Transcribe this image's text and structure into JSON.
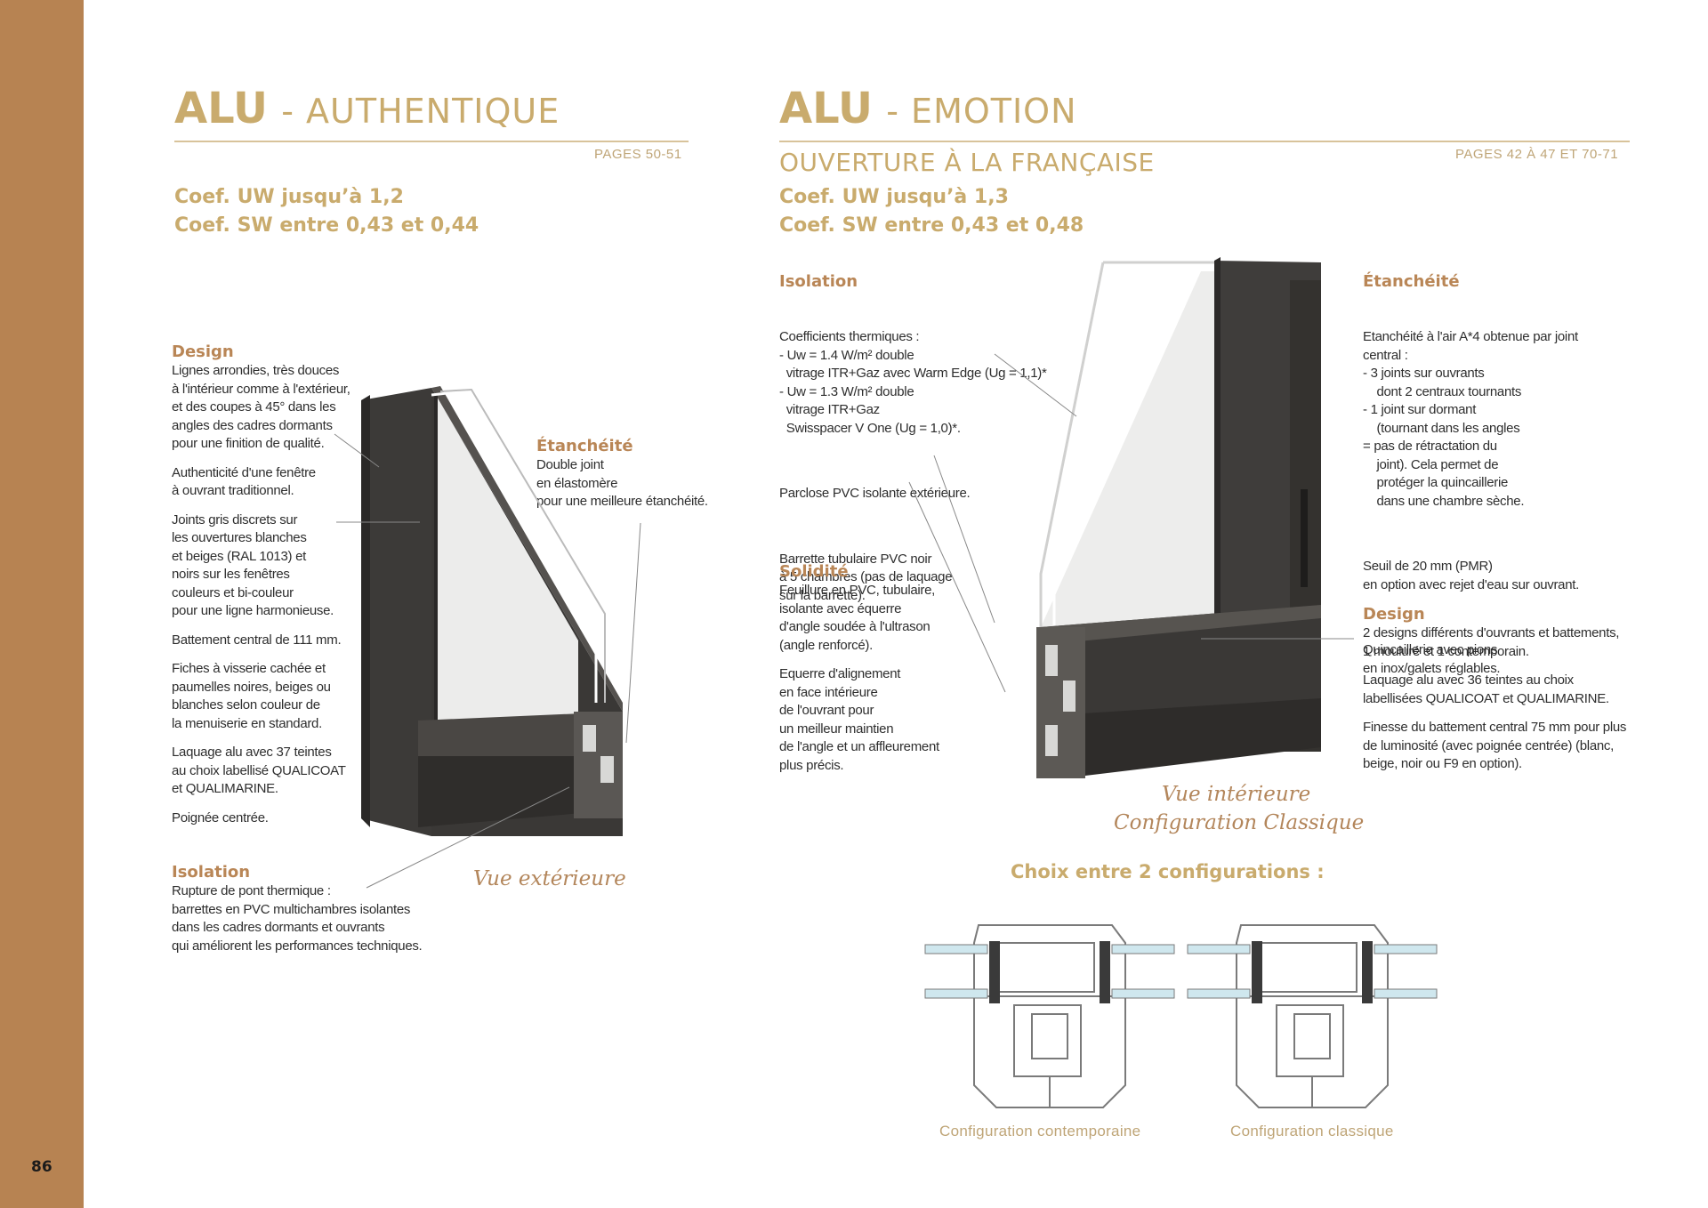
{
  "page_number": "86",
  "left": {
    "title_bold": "ALU",
    "title_light": "- AUTHENTIQUE",
    "pages": "PAGES 50-51",
    "coef_uw": "Coef. UW jusqu’à 1,2",
    "coef_sw": "Coef. SW entre 0,43 et 0,44",
    "design": {
      "heading": "Design",
      "lines": [
        "Lignes arrondies, très douces",
        "à l'intérieur comme à l'extérieur,",
        "et des coupes à 45° dans les",
        "angles des cadres dormants",
        "pour une finition de qualité."
      ],
      "para2": [
        "Authenticité d'une fenêtre",
        "à ouvrant traditionnel."
      ],
      "para3": [
        "Joints gris discrets sur",
        "les ouvertures blanches",
        "et beiges (RAL 1013) et",
        "noirs sur les fenêtres",
        "couleurs et bi-couleur",
        "pour une ligne harmonieuse."
      ],
      "para4": [
        "Battement central de 111 mm."
      ],
      "para5": [
        "Fiches à visserie cachée et",
        "paumelles noires, beiges ou",
        "blanches selon couleur de",
        "la menuiserie en standard."
      ],
      "para6": [
        "Laquage alu avec 37 teintes",
        "au choix labellisé QUALICOAT",
        "et QUALIMARINE."
      ],
      "para7": [
        "Poignée centrée."
      ]
    },
    "etancheite": {
      "heading": "Étanchéité",
      "lines": [
        "Double joint",
        "en élastomère",
        "pour une meilleure étanchéité."
      ]
    },
    "isolation": {
      "heading": "Isolation",
      "lines": [
        "Rupture de pont thermique :",
        "barrettes en PVC multichambres isolantes",
        "dans les cadres dormants et ouvrants",
        "qui améliorent les performances techniques."
      ]
    },
    "caption": "Vue extérieure"
  },
  "right": {
    "title_bold": "ALU",
    "title_light": "- EMOTION",
    "subtitle": "OUVERTURE À LA FRANÇAISE",
    "pages": "PAGES 42 À 47 ET 70-71",
    "coef_uw": "Coef. UW jusqu’à 1,3",
    "coef_sw": "Coef. SW entre 0,43 et 0,48",
    "isolation": {
      "heading": "Isolation",
      "lines": [
        "Coefficients thermiques :",
        "- Uw = 1.4 W/m² double",
        "  vitrage ITR+Gaz avec Warm Edge (Ug = 1,1)*",
        "- Uw = 1.3 W/m² double",
        "  vitrage ITR+Gaz",
        "  Swisspacer V One (Ug = 1,0)*."
      ],
      "para2": [
        "Parclose PVC isolante extérieure."
      ],
      "para3": [
        "Barrette tubulaire PVC noir",
        "à 5 chambres (pas de laquage",
        "sur la barrette)."
      ]
    },
    "solidite": {
      "heading": "Solidité",
      "lines": [
        "Feuillure en PVC, tubulaire,",
        "isolante avec équerre",
        "d'angle soudée à l'ultrason",
        "(angle renforcé)."
      ],
      "para2": [
        "Equerre d'alignement",
        "en face intérieure",
        "de l'ouvrant pour",
        "un meilleur maintien",
        "de l'angle et un affleurement",
        "plus précis."
      ]
    },
    "etancheite": {
      "heading": "Étanchéité",
      "lines": [
        "Etanchéité à l'air A*4 obtenue par joint",
        "central :",
        "- 3 joints sur ouvrants",
        "    dont 2 centraux tournants",
        "- 1 joint sur dormant",
        "    (tournant dans les angles",
        "= pas de rétractation du",
        "    joint). Cela permet de",
        "    protéger la quincaillerie",
        "    dans une chambre sèche."
      ],
      "para2": [
        "Seuil de 20 mm (PMR)",
        "en option avec rejet d'eau sur ouvrant."
      ],
      "para3": [
        "Quincaillerie avec pions",
        "en inox/galets réglables."
      ]
    },
    "design": {
      "heading": "Design",
      "lines": [
        "2 designs différents d'ouvrants et battements,",
        "1 mouluré et 1 contemporain."
      ],
      "para2": [
        "Laquage alu avec 36 teintes au choix",
        "labellisées QUALICOAT et QUALIMARINE."
      ],
      "para3": [
        "Finesse du battement central 75 mm pour plus",
        "de luminosité (avec poignée centrée) (blanc,",
        "beige, noir ou F9 en option)."
      ]
    },
    "caption_line1": "Vue intérieure",
    "caption_line2": "Configuration Classique",
    "choix": "Choix entre 2 configurations :",
    "config_1": "Configuration contemporaine",
    "config_2": "Configuration classique"
  }
}
